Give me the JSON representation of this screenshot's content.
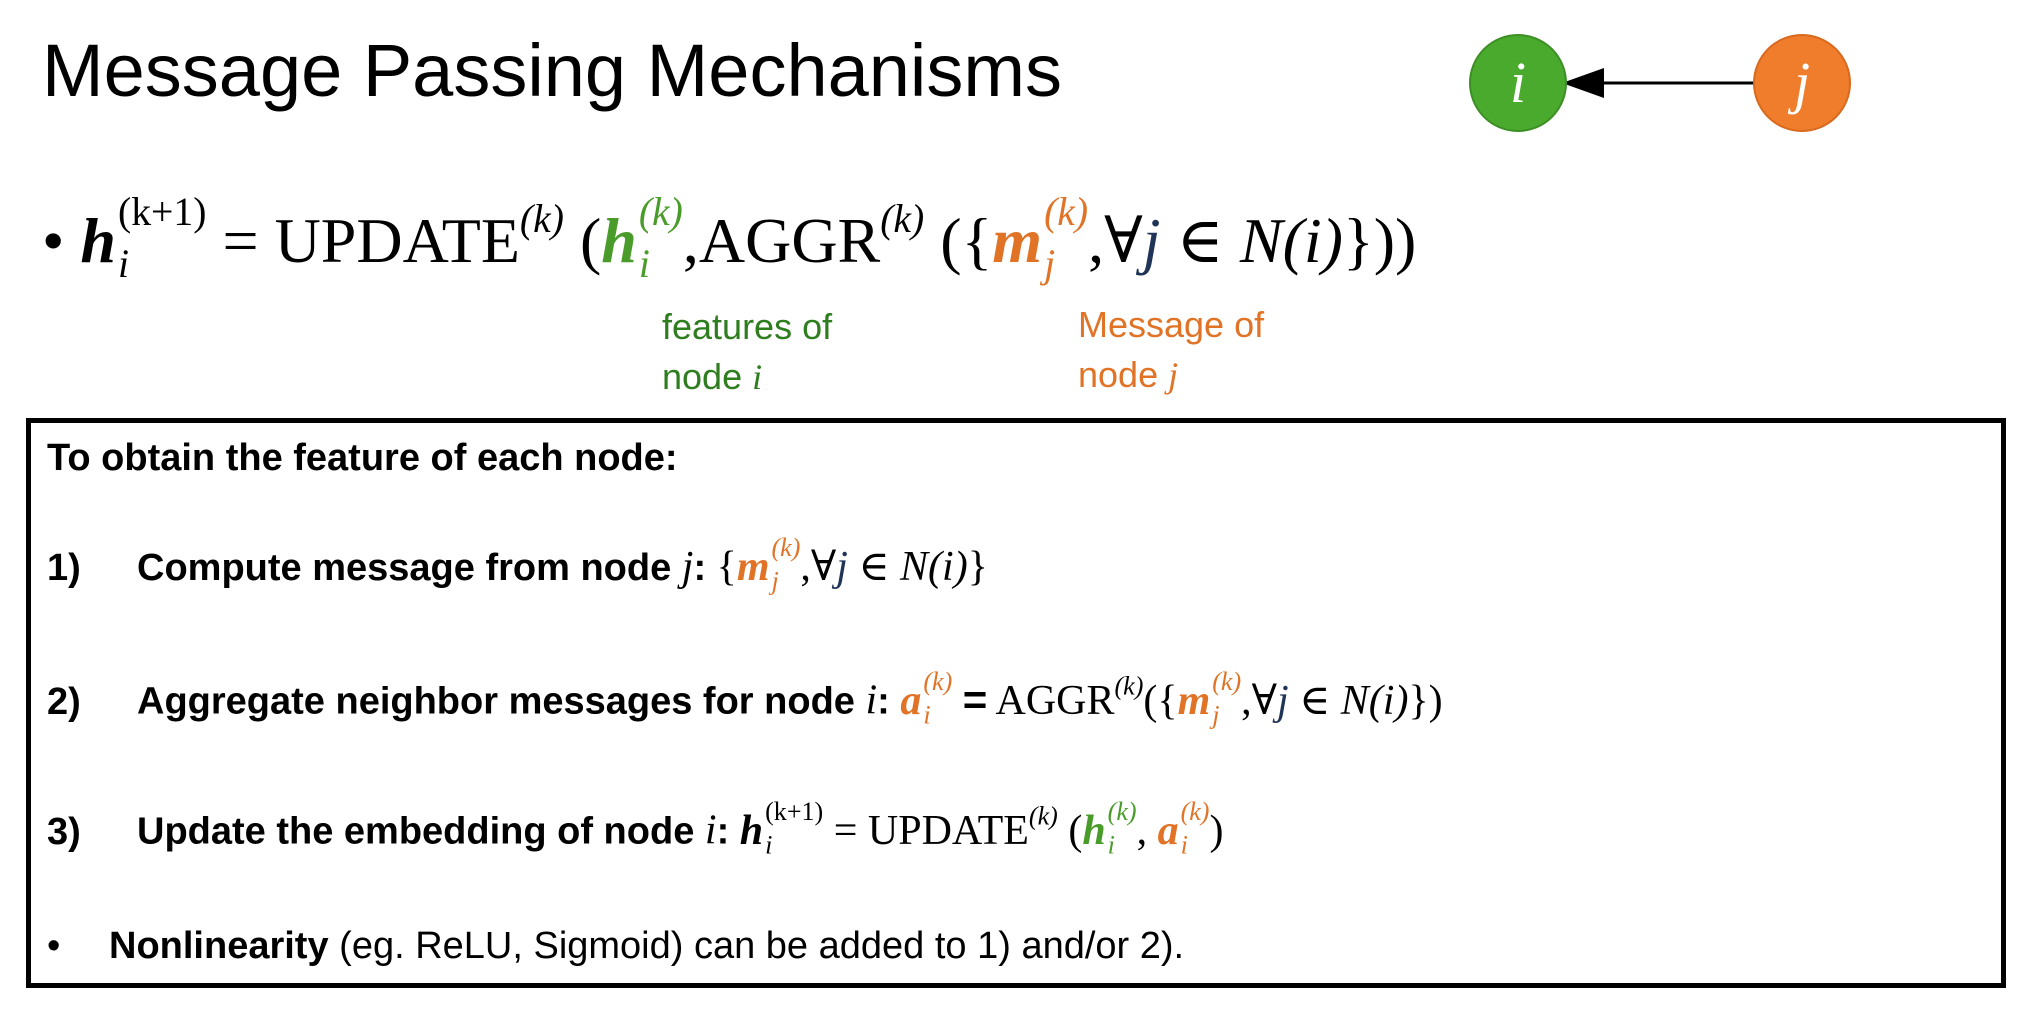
{
  "title": "Message Passing Mechanisms",
  "graph": {
    "node_i": "i",
    "node_j": "j",
    "node_i_color": "#4aaa2e",
    "node_j_color": "#ef7d2c"
  },
  "equation": {
    "bullet": "•",
    "h": "h",
    "sub_i": "i",
    "sup_k1": "(k+1)",
    "sup_k": "(k)",
    "eq": "=",
    "update": "UPDATE",
    "aggr": "AGGR",
    "open_paren": "(",
    "comma": ",",
    "open_brace": "({",
    "m": "m",
    "sub_j": "j",
    "forall": "∀",
    "j": "j",
    "in_n": "∈ N(i)",
    "close": "}))"
  },
  "annotations": {
    "features_line1": "features of",
    "features_line2": "node",
    "features_var": "i",
    "message_line1": "Message of",
    "message_line2": "node",
    "message_var": "j"
  },
  "box": {
    "heading": "To obtain the feature of each node:",
    "step1_num": "1)",
    "step1_text": "Compute message from node",
    "step1_var": "j",
    "step2_num": "2)",
    "step2_text": "Aggregate neighbor messages for node",
    "step2_var": "i",
    "step3_num": "3)",
    "step3_text": "Update the embedding of node",
    "step3_var": "i",
    "a": "a",
    "bullet": "•",
    "nonlin_bold": "Nonlinearity",
    "nonlin_rest": "(eg. ReLU, Sigmoid) can be added to 1) and/or 2)."
  }
}
